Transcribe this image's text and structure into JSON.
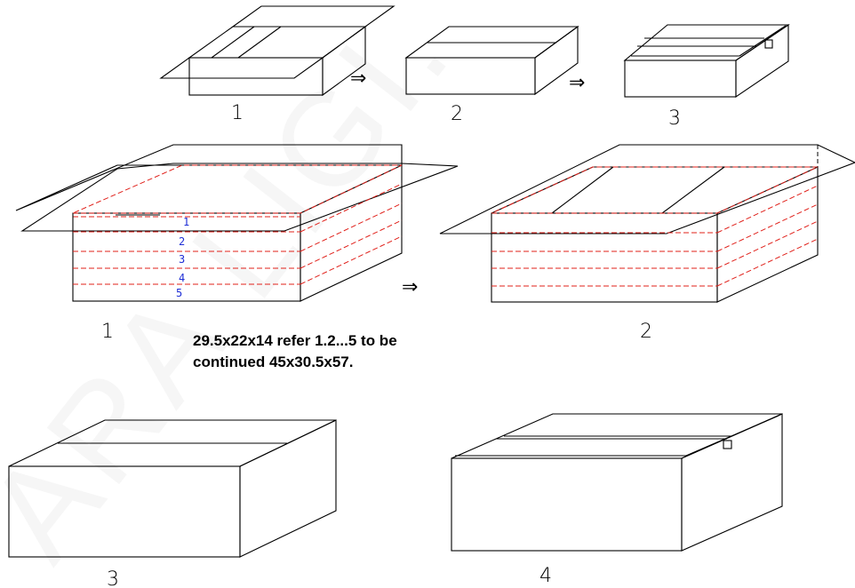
{
  "watermark": "ARA LIGI.",
  "top_row": {
    "steps": [
      "1",
      "2",
      "3"
    ],
    "arrow_glyph": "⇒"
  },
  "middle_row": {
    "steps": [
      "1",
      "2"
    ],
    "level_labels": [
      "1",
      "2",
      "3",
      "4",
      "5"
    ],
    "arrow_glyph": "⇒",
    "note_line1": "29.5x22x14 refer 1.2...5 to be",
    "note_line2": "continued 45x30.5x57."
  },
  "bottom_row": {
    "steps": [
      "3",
      "4"
    ]
  },
  "colors": {
    "outline": "#000000",
    "fold_lines": "#e0201a",
    "level_labels": "#1f2fd6"
  }
}
